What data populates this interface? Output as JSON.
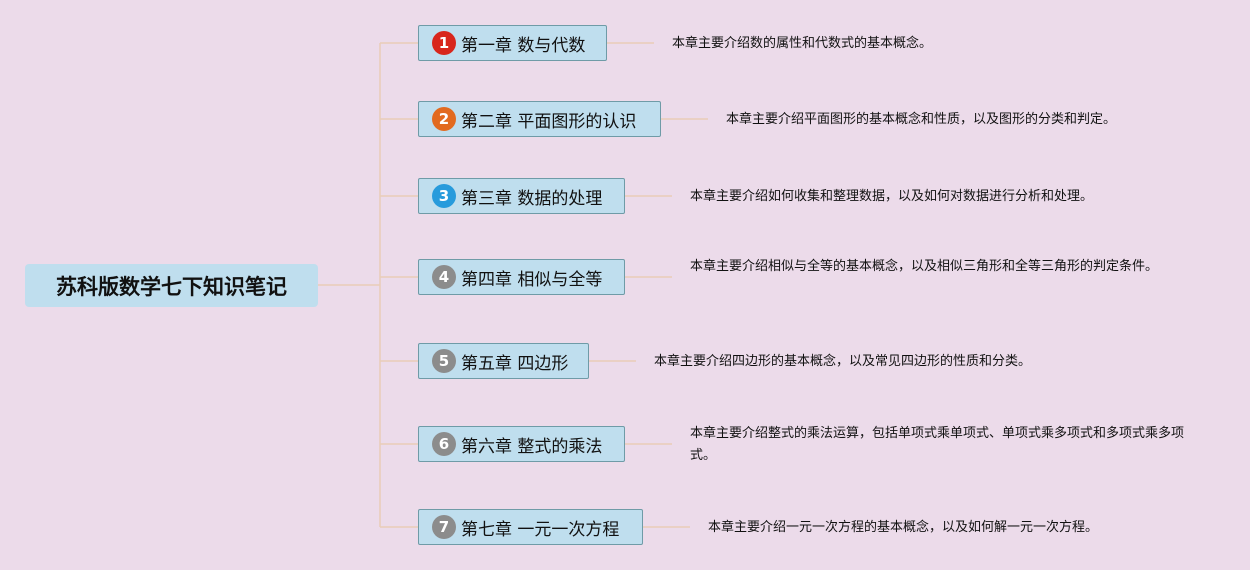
{
  "root": {
    "title": "苏科版数学七下知识笔记"
  },
  "chapters": [
    {
      "number": "1",
      "badge_color": "#d8261c",
      "title": "第一章 数与代数",
      "description": "本章主要介绍数的属性和代数式的基本概念。"
    },
    {
      "number": "2",
      "badge_color": "#e26a1f",
      "title": "第二章 平面图形的认识",
      "description": "本章主要介绍平面图形的基本概念和性质，以及图形的分类和判定。"
    },
    {
      "number": "3",
      "badge_color": "#279bdc",
      "title": "第三章 数据的处理",
      "description": "本章主要介绍如何收集和整理数据，以及如何对数据进行分析和处理。"
    },
    {
      "number": "4",
      "badge_color": "#8c8c8c",
      "title": "第四章 相似与全等",
      "description": "本章主要介绍相似与全等的基本概念，以及相似三角形和全等三角形的判定条件。"
    },
    {
      "number": "5",
      "badge_color": "#8c8c8c",
      "title": "第五章 四边形",
      "description": "本章主要介绍四边形的基本概念，以及常见四边形的性质和分类。"
    },
    {
      "number": "6",
      "badge_color": "#8c8c8c",
      "title": "第六章 整式的乘法",
      "description": "本章主要介绍整式的乘法运算，包括单项式乘单项式、单项式乘多项式和多项式乘多项式。"
    },
    {
      "number": "7",
      "badge_color": "#8c8c8c",
      "title": "第七章 一元一次方程",
      "description": "本章主要介绍一元一次方程的基本概念，以及如何解一元一次方程。"
    }
  ],
  "colors": {
    "background": "#ecdbea",
    "node_fill": "#bfdeee",
    "node_border": "#6f9ba7",
    "connector": "#e9cdb8"
  }
}
